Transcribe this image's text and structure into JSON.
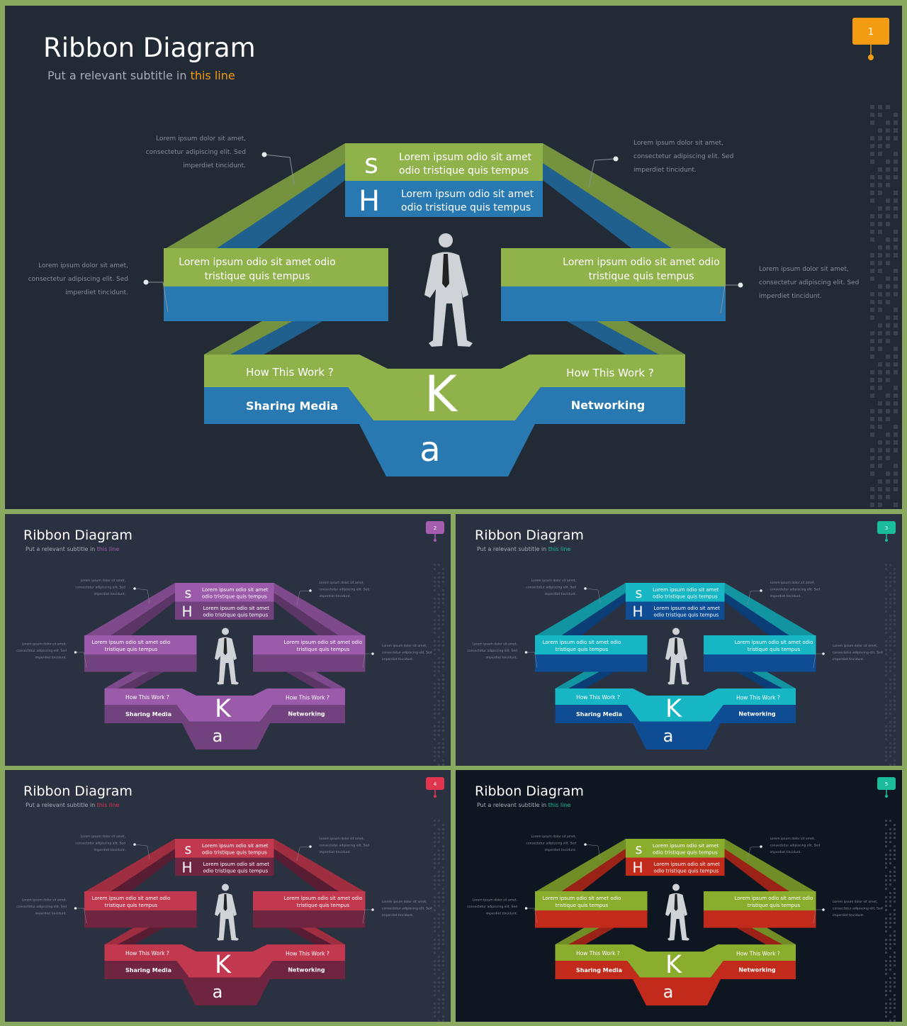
{
  "slides": [
    {
      "number": "1",
      "title": "Ribbon Diagram",
      "subtitle_prefix": "Put a relevant subtitle in ",
      "subtitle_highlight": "this line",
      "colors": {
        "bg": "#222a36",
        "top": "#8fb24b",
        "bottom": "#2878b2",
        "accent": "#f39c12"
      }
    },
    {
      "number": "2",
      "title": "Ribbon Diagram",
      "subtitle_prefix": "Put a relevant subtitle in ",
      "subtitle_highlight": "this line",
      "colors": {
        "bg": "#2a3140",
        "top": "#9b5aaa",
        "bottom": "#72427f",
        "accent": "#a55db0"
      }
    },
    {
      "number": "3",
      "title": "Ribbon Diagram",
      "subtitle_prefix": "Put a relevant subtitle in ",
      "subtitle_highlight": "this line",
      "colors": {
        "bg": "#2a3140",
        "top": "#16b6c4",
        "bottom": "#0e4c93",
        "accent": "#1abc9c"
      }
    },
    {
      "number": "4",
      "title": "Ribbon Diagram",
      "subtitle_prefix": "Put a relevant subtitle in ",
      "subtitle_highlight": "this line",
      "colors": {
        "bg": "#2a3140",
        "top": "#c2384f",
        "bottom": "#6f2440",
        "accent": "#e0344f"
      }
    },
    {
      "number": "5",
      "title": "Ribbon Diagram",
      "subtitle_prefix": "Put a relevant subtitle in ",
      "subtitle_highlight": "this line",
      "colors": {
        "bg": "#0e1622",
        "top": "#8aad2e",
        "bottom": "#c22a1c",
        "accent": "#1abc9c"
      }
    }
  ],
  "diagram": {
    "letters": {
      "s": "s",
      "h": "H",
      "k": "K",
      "a": "a"
    },
    "band_top_text": [
      "Lorem ipsum odio sit amet",
      "odio tristique quis tempus"
    ],
    "band_mid_text": [
      "Lorem ipsum odio sit amet",
      "odio tristique quis tempus"
    ],
    "left_text": [
      "Lorem ipsum odio sit amet odio",
      "tristique quis tempus"
    ],
    "right_text": [
      "Lorem ipsum odio sit amet odio",
      "tristique quis tempus"
    ],
    "how_left": "How This Work ?",
    "how_right": "How This Work ?",
    "sharing": "Sharing Media",
    "networking": "Networking",
    "callout": [
      "Lorem ipsum dolor sit amet,",
      "consectetur adipiscing elit. Sed",
      "imperdiet tincidunt."
    ]
  },
  "icons": {
    "person": "businessman-icon"
  }
}
